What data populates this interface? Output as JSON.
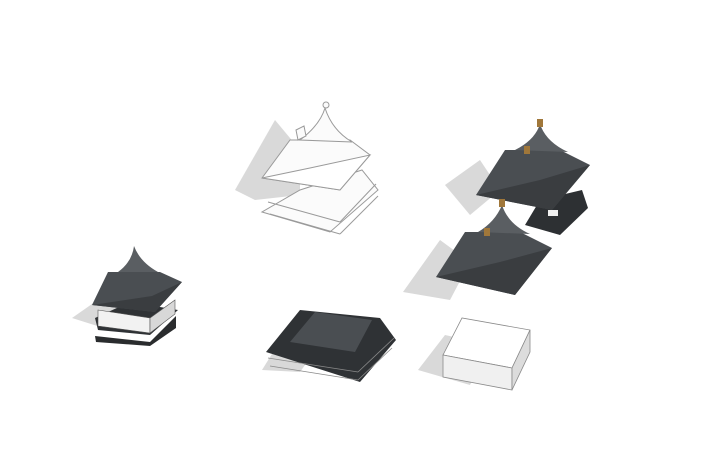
{
  "scene": {
    "background": "#ffffff",
    "shadow_color": "#d9d9d9",
    "dark_color": "#3a3d40",
    "roof_color": "#4a4e52",
    "light_color": "#f4f4f4",
    "finial_color": "#a0773a",
    "objects": [
      {
        "name": "small-pagoda"
      },
      {
        "name": "wireframe-pagoda"
      },
      {
        "name": "dark-pagoda-upper"
      },
      {
        "name": "dark-pagoda-lower"
      },
      {
        "name": "stone-base-slab"
      },
      {
        "name": "white-box"
      }
    ]
  }
}
